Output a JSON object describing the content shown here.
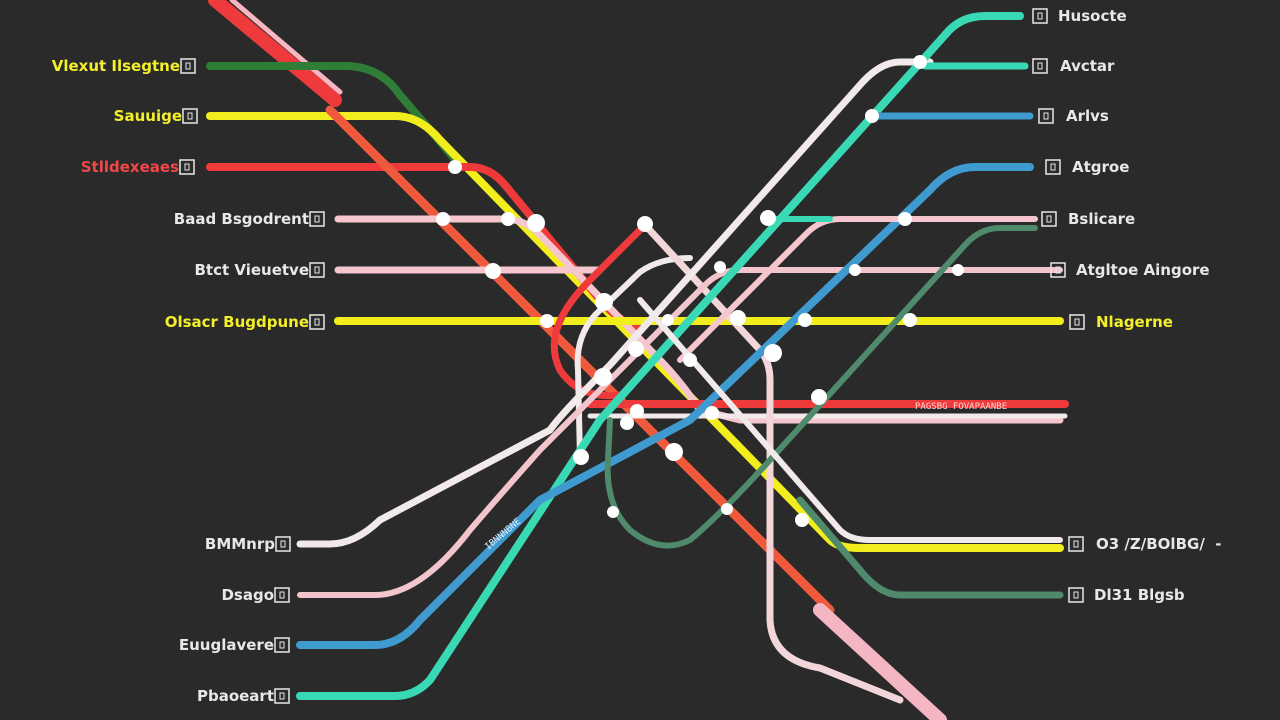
{
  "colors": {
    "background": "#2a2a2a",
    "yellow": "#f2ee1e",
    "red": "#ee3a3a",
    "orange_red": "#ef5a3c",
    "pink": "#f6c6cf",
    "light_pink": "#f2d6da",
    "white": "#f2eaea",
    "green": "#2f7d36",
    "dark_green": "#4f8a6c",
    "teal": "#3ad9b5",
    "blue": "#3f9ad0",
    "label_light": "#e8e8e8",
    "label_yellow": "#f3ef2a",
    "label_red": "#f04848"
  },
  "labels_left": [
    {
      "text": "Vlexut Ilsegtne",
      "color": "label_yellow",
      "icon": "square-badge-icon"
    },
    {
      "text": "Sauuige",
      "color": "label_yellow",
      "icon": "square-badge-icon"
    },
    {
      "text": "Stlldexeaes",
      "color": "label_red",
      "icon": "square-badge-icon"
    },
    {
      "text": "Baad Bsgodrent",
      "color": "label_light",
      "icon": "square-badge-icon"
    },
    {
      "text": "Btct Vieuetve",
      "color": "label_light",
      "icon": "square-badge-icon"
    },
    {
      "text": "Olsacr Bugdpune",
      "color": "label_yellow",
      "icon": "square-badge-icon"
    },
    {
      "text": "BMMnrp",
      "color": "label_light",
      "icon": "square-badge-icon"
    },
    {
      "text": "Dsago",
      "color": "label_light",
      "icon": "square-badge-icon"
    },
    {
      "text": "Euuglavere",
      "color": "label_light",
      "icon": "square-badge-icon"
    },
    {
      "text": "Pbaoeart",
      "color": "label_light",
      "icon": "square-badge-icon"
    }
  ],
  "labels_right": [
    {
      "text": "Husocte",
      "color": "label_light",
      "icon": "square-badge-icon"
    },
    {
      "text": "Avctar",
      "color": "label_light",
      "icon": "square-badge-icon"
    },
    {
      "text": "Arlvs",
      "color": "label_light",
      "icon": "square-badge-icon"
    },
    {
      "text": "Atgroe",
      "color": "label_light",
      "icon": "square-badge-icon"
    },
    {
      "text": "Bslicare",
      "color": "label_light",
      "icon": "square-badge-icon"
    },
    {
      "text": "Atgltoe Aingore",
      "color": "label_light",
      "icon": "square-badge-icon"
    },
    {
      "text": "Nlagerne",
      "color": "label_yellow",
      "icon": "square-badge-icon"
    },
    {
      "text": "O3 /Z/BOlBG/  -",
      "color": "label_light",
      "icon": "square-badge-icon"
    },
    {
      "text": "Dl31 Blgsb",
      "color": "label_light",
      "icon": "square-badge-icon"
    }
  ],
  "inline_texts": {
    "center_strip": "PAGSBG FOVAPAANBE",
    "blue_line_text": "IBNNNBNE"
  }
}
